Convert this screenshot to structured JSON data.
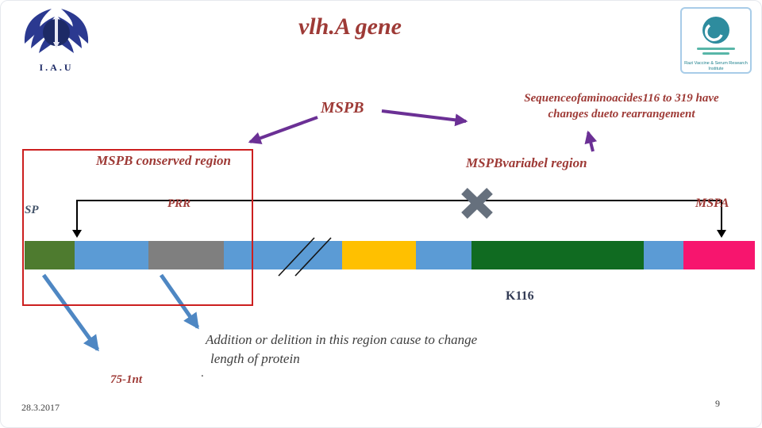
{
  "slide": {
    "title": "vlh.A gene",
    "date": "28.3.2017",
    "page_number": "9"
  },
  "logos": {
    "left_caption": "I.A.U",
    "right_caption": "Razi Vaccine & Serum Research Institute"
  },
  "labels": {
    "mspb": "MSPB",
    "seq_note_line1": "Sequenceofaminoacides116 to 319 have",
    "seq_note_line2": "changes dueto rearrangement",
    "conserved_region": "MSPB conserved region",
    "variable_region": "MSPBvariabel region",
    "sp": "SP",
    "prr": "PRR",
    "mspa": "MSPA",
    "k116": "K116",
    "addition_line1": "Addition or delition  in this region cause to change",
    "addition_line2": "length of protein",
    "nt75": "75-1nt",
    "dot": "."
  },
  "colors": {
    "dark_red_text": "#9E3A36",
    "purple_arrow": "#6B3095",
    "blue_arrow": "#4E87C3",
    "outline_red": "#CC1F1F",
    "x_mark_gray": "#66707D",
    "slate_text": "#44546A",
    "bar_green": "#4E7B2F",
    "bar_blue": "#5B9BD5",
    "bar_gray": "#7F7F7F",
    "bar_yellow": "#FFC000",
    "bar_dark_green": "#106B21",
    "bar_pink": "#F7156E"
  },
  "gene_bar_segments": [
    {
      "name": "sp-segment",
      "color": "#4E7B2F"
    },
    {
      "name": "conserved-blue-segment",
      "color": "#5B9BD5"
    },
    {
      "name": "prr-segment",
      "color": "#7F7F7F"
    },
    {
      "name": "blue-segment-with-break",
      "color": "#5B9BD5"
    },
    {
      "name": "yellow-segment",
      "color": "#FFC000"
    },
    {
      "name": "blue-segment",
      "color": "#5B9BD5"
    },
    {
      "name": "variable-dark-green-segment",
      "color": "#106B21"
    },
    {
      "name": "blue-segment",
      "color": "#5B9BD5"
    },
    {
      "name": "mspa-pink-segment",
      "color": "#F7156E"
    }
  ]
}
